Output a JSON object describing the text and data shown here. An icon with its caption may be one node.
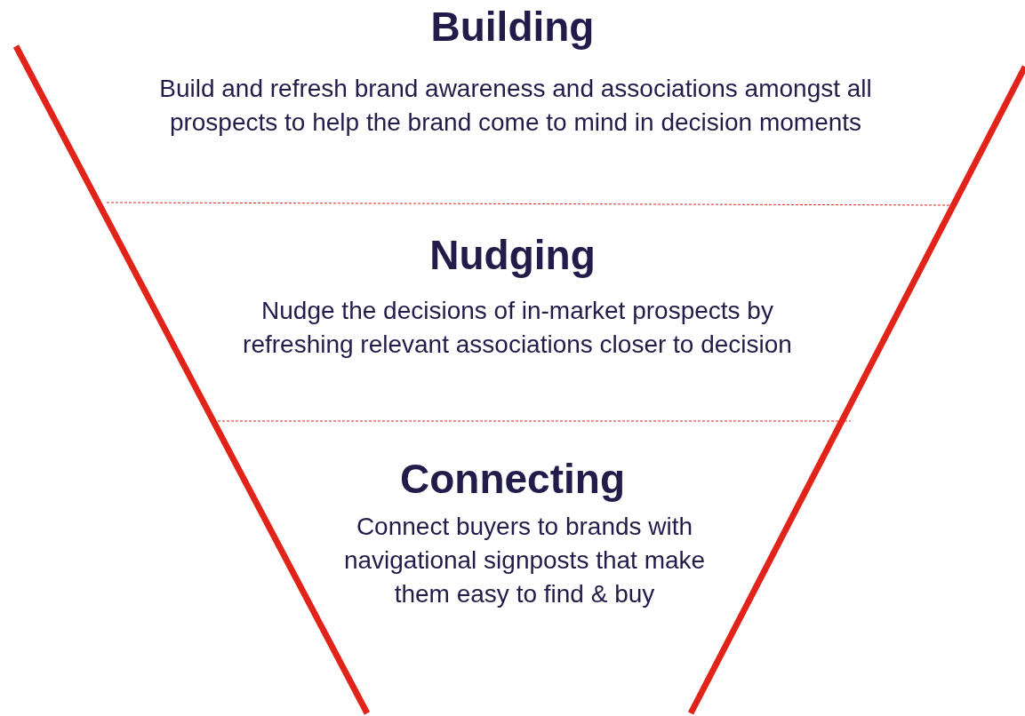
{
  "diagram": {
    "nodes": [
      {
        "text": [
          "Building",
          "Build and refresh brand awareness and associations amongst all prospects to help the brand come to mind in decision moments"
        ]
      },
      {
        "text": [
          "Nudging",
          "Nudge the decisions of in-market prospects by refreshing relevant associations closer to decision"
        ]
      },
      {
        "text": [
          "Connecting",
          "Connect buyers to brands with navigational signposts that make them easy to find & buy"
        ]
      }
    ],
    "edges": []
  }
}
